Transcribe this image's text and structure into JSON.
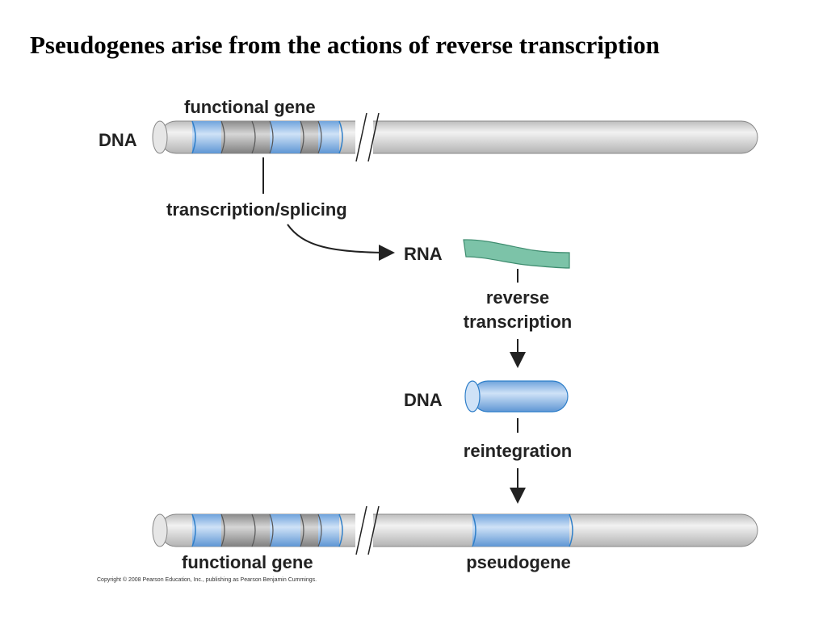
{
  "title": "Pseudogenes arise from the actions of reverse transcription",
  "labels": {
    "dna_top": "DNA",
    "functional_gene_top": "functional gene",
    "transcription_splicing": "transcription/splicing",
    "rna": "RNA",
    "reverse": "reverse",
    "transcription": "transcription",
    "dna_mid": "DNA",
    "reintegration": "reintegration",
    "functional_gene_bottom": "functional gene",
    "pseudogene": "pseudogene"
  },
  "copyright": "Copyright © 2008 Pearson Education, Inc., publishing as Pearson Benjamin Cummings.",
  "colors": {
    "dna_gray": "#d4d4d4",
    "exon_blue": "#8fb8e6",
    "intron_gray": "#a6a6a6",
    "rna_green": "#7cc3a8",
    "outline_blue": "#2f7fc9"
  }
}
